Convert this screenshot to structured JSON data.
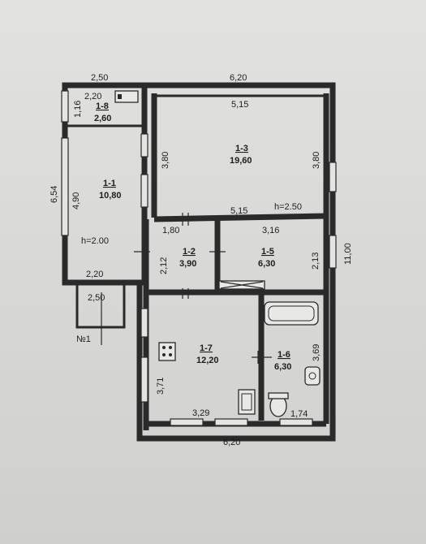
{
  "plan": {
    "rooms": [
      {
        "id": "1-1",
        "area": "10,80"
      },
      {
        "id": "1-2",
        "area": "3,90"
      },
      {
        "id": "1-3",
        "area": "19,60"
      },
      {
        "id": "1-5",
        "area": "6,30"
      },
      {
        "id": "1-6",
        "area": "6,30"
      },
      {
        "id": "1-7",
        "area": "12,20"
      },
      {
        "id": "1-8",
        "area": "2,60"
      }
    ],
    "dimensions": {
      "top_left_width": "2,50",
      "top_right_width": "6,20",
      "room18_width": "2,20",
      "room18_height": "1,16",
      "room13_width_top": "5,15",
      "room13_width_bottom": "5,15",
      "room13_height_left": "3,80",
      "room13_height_right": "3,80",
      "overall_left_height": "6,54",
      "room11_height": "4,90",
      "room11_width_bottom": "2,20",
      "room12_width": "1,80",
      "room12_height": "2,12",
      "room15_width": "3,16",
      "room15_height": "2,13",
      "porch_width": "2,50",
      "overall_right_height": "11,00",
      "room16_height": "3,69",
      "room17_height": "3,71",
      "room17_width_bottom": "3,29",
      "room16_width_bottom": "1,74",
      "bottom_width": "6,20"
    },
    "ceiling_labels": {
      "main_ceiling": "h=2.50",
      "room11_ceiling": "h=2.00"
    },
    "entrance_label": "№1"
  }
}
